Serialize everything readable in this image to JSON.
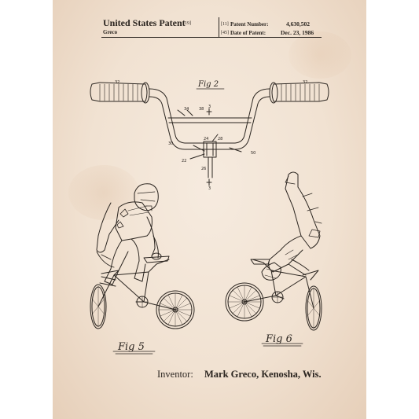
{
  "header": {
    "title": "United States Patent",
    "title_code": "[19]",
    "assignee": "Greco",
    "patent_number_code": "[11]",
    "patent_number_label": "Patent Number:",
    "patent_number": "4,630,502",
    "date_code": "[45]",
    "date_label": "Date of Patent:",
    "date": "Dec. 23, 1986"
  },
  "figures": {
    "fig2": "Fig 2",
    "fig5": "Fig 5",
    "fig6": "Fig 6"
  },
  "refs": {
    "r32a": "32",
    "r32b": "32",
    "r34": "34",
    "r38": "38",
    "r3a": "3",
    "r3b": "3",
    "r30": "30",
    "r24": "24",
    "r28": "28",
    "r22": "22",
    "r26": "26",
    "r50": "50"
  },
  "footer": {
    "inventor_label": "Inventor:",
    "inventor_name": "Mark Greco, Kenosha, Wis."
  },
  "colors": {
    "paper": "#f2e3d3",
    "ink": "#2b2520"
  }
}
